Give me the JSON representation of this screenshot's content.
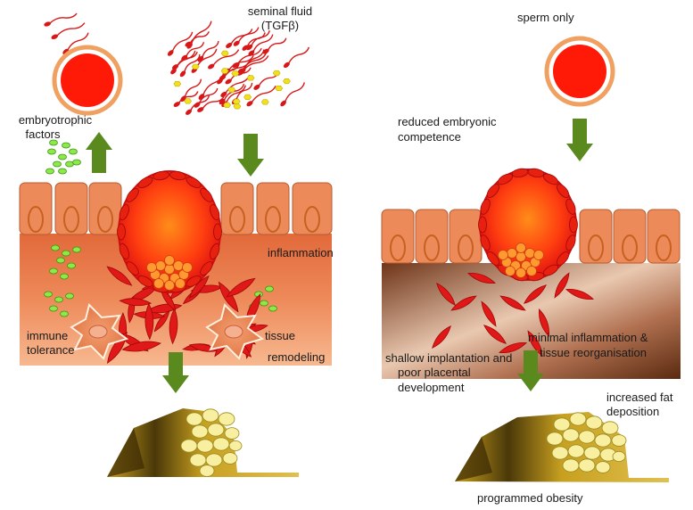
{
  "labels": {
    "seminal_fluid": "seminal fluid",
    "tgf": "(TGFβ)",
    "embryotrophic_1": "embryotrophic",
    "embryotrophic_2": "factors",
    "inflammation": "inflammation",
    "immune_1": "immune",
    "immune_2": "tolerance",
    "tissue_1": "tissue",
    "tissue_2": "remodeling",
    "sperm_only": "sperm only",
    "reduced_1": "reduced embryonic",
    "reduced_2": "competence",
    "shallow_1": "shallow implantation and",
    "shallow_2": "poor placental",
    "shallow_3": "development",
    "minimal_1": "minimal inflammation &",
    "minimal_2": "tissue reorganisation",
    "fat_1": "increased fat",
    "fat_2": "deposition",
    "obesity": "programmed obesity"
  },
  "colors": {
    "arrow": "#5a8a1e",
    "egg": "#e8140a",
    "egg_ring": "#f0a060",
    "sperm": "#d81818",
    "tgf_dot": "#f0e020",
    "factor": "#8ee84a",
    "tissue_top": "#e88050",
    "tissue_bottom": "#f0a070",
    "cell": "#ec8a5a",
    "fat": "#f8f0a0",
    "mouse": "#c8a020"
  }
}
